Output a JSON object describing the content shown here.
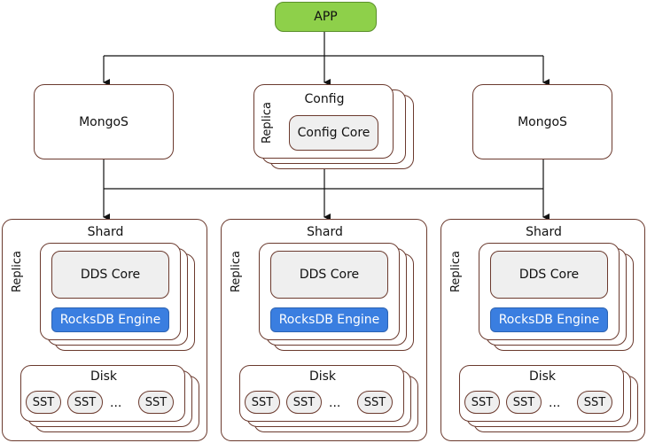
{
  "app": {
    "label": "APP"
  },
  "mongos": {
    "label": "MongoS"
  },
  "config": {
    "title": "Config",
    "replica": "Replica",
    "core": "Config Core"
  },
  "shard": {
    "title": "Shard",
    "replica": "Replica",
    "core": "DDS Core",
    "engine": "RocksDB Engine",
    "disk": "Disk",
    "sst": "SST",
    "ellipsis": "..."
  },
  "colors": {
    "app_fill": "#8ed04a",
    "engine_fill": "#3a7ee0",
    "border": "#6b3a2e",
    "core_fill": "#efefef"
  }
}
